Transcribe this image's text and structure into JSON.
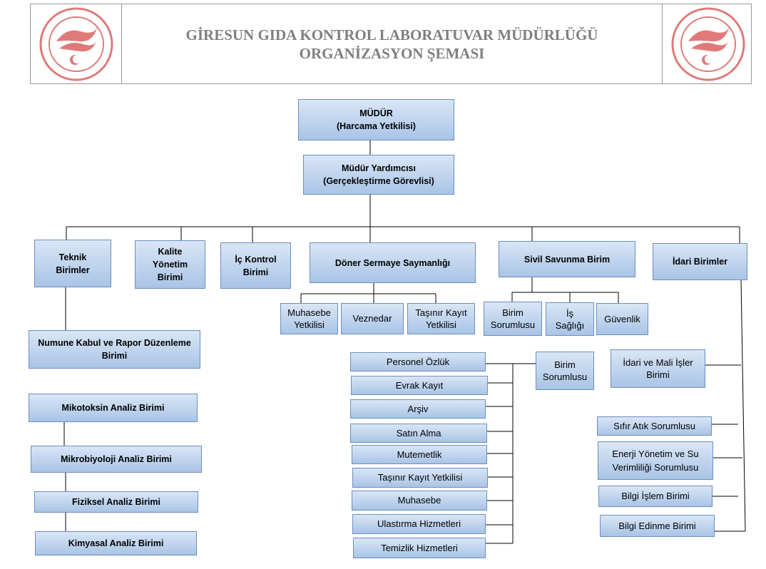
{
  "header": {
    "title_line1": "GİRESUN GIDA KONTROL LABORATUVAR MÜDÜRLÜĞÜ",
    "title_line2": "ORGANİZASYON ŞEMASI",
    "logo_color": "#e07a7a"
  },
  "nodes": {
    "mudur_l1": "MÜDÜR",
    "mudur_l2": "(Harcama Yetkilisi)",
    "yardimci_l1": "Müdür Yardımcısı",
    "yardimci_l2": "(Gerçekleştirme Görevlisi)",
    "teknik_l1": "Teknik",
    "teknik_l2": "Birimler",
    "kalite_l1": "Kalite",
    "kalite_l2": "Yönetim",
    "kalite_l3": "Birimi",
    "ickontrol_l1": "İç Kontrol",
    "ickontrol_l2": "Birimi",
    "doner": "Döner Sermaye Saymanlığı",
    "sivil": "Sivil Savunma Birim",
    "idari": "İdari Birimler",
    "muhasebe_yet_l1": "Muhasebe",
    "muhasebe_yet_l2": "Yetkilisi",
    "veznedar": "Veznedar",
    "tasinir_yet_l1": "Taşınır Kayıt",
    "tasinir_yet_l2": "Yetkilisi",
    "birim_sor1_l1": "Birim",
    "birim_sor1_l2": "Sorumlusu",
    "is_sagligi_l1": "İş",
    "is_sagligi_l2": "Sağlığı",
    "guvenlik": "Güvenlik",
    "numune_l1": "Numune Kabul ve Rapor Düzenleme",
    "numune_l2": "Birimi",
    "mikotoksin": "Mikotoksin Analiz Birimi",
    "mikrobiyoloji": "Mikrobiyoloji Analiz Birimi",
    "fiziksel": "Fiziksel Analiz Birimi",
    "kimyasal": "Kimyasal Analiz Birimi",
    "personel": "Personel Özlük",
    "evrak": "Evrak Kayıt",
    "arsiv": "Arşiv",
    "satin": "Satın Alma",
    "mutemetlik": "Mutemetlik",
    "tasinir2": "Taşınır Kayıt Yetkilisi",
    "muhasebe2": "Muhasebe",
    "ulastirma": "Ulastırma Hizmetleri",
    "temizlik": "Temizlik Hizmetleri",
    "birim_sor2_l1": "Birim",
    "birim_sor2_l2": "Sorumlusu",
    "idari_mali_l1": "İdari ve Mali İşler",
    "idari_mali_l2": "Birimi",
    "sifir_atik": "Sıfır Atık Sorumlusu",
    "enerji_l1": "Enerji Yönetim ve Su",
    "enerji_l2": "Verimliliği Sorumlusu",
    "bilgi_islem": "Bilgi İşlem Birimi",
    "bilgi_edinme": "Bilgi Edinme Birimi"
  }
}
